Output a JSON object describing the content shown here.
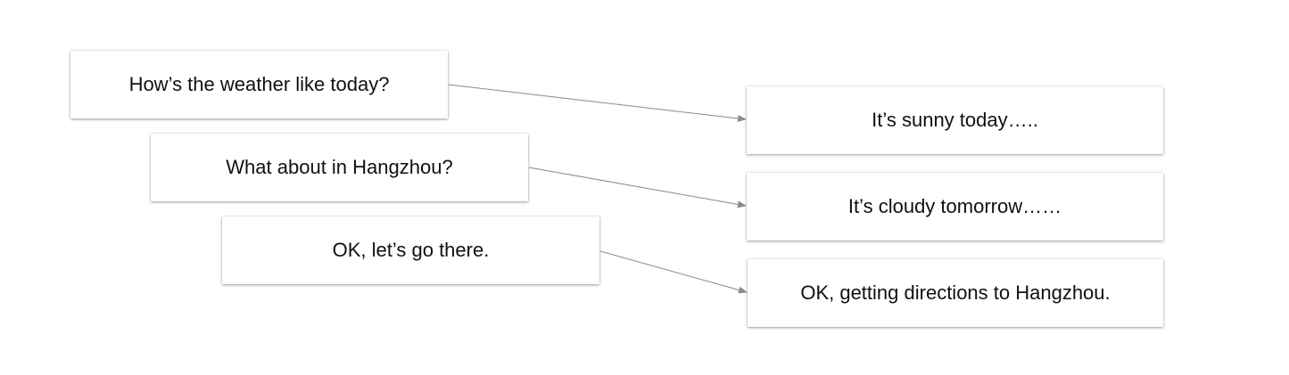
{
  "utterances": [
    {
      "text": "How’s the weather like today?"
    },
    {
      "text": "What about in Hangzhou?"
    },
    {
      "text": "OK, let’s go there."
    }
  ],
  "responses": [
    {
      "text": "It’s sunny today….."
    },
    {
      "text": "It’s cloudy tomorrow……"
    },
    {
      "text": "OK, getting directions to Hangzhou."
    }
  ],
  "colors": {
    "arrow": "#8a8a8a",
    "text": "#111111",
    "box_background": "#ffffff"
  }
}
